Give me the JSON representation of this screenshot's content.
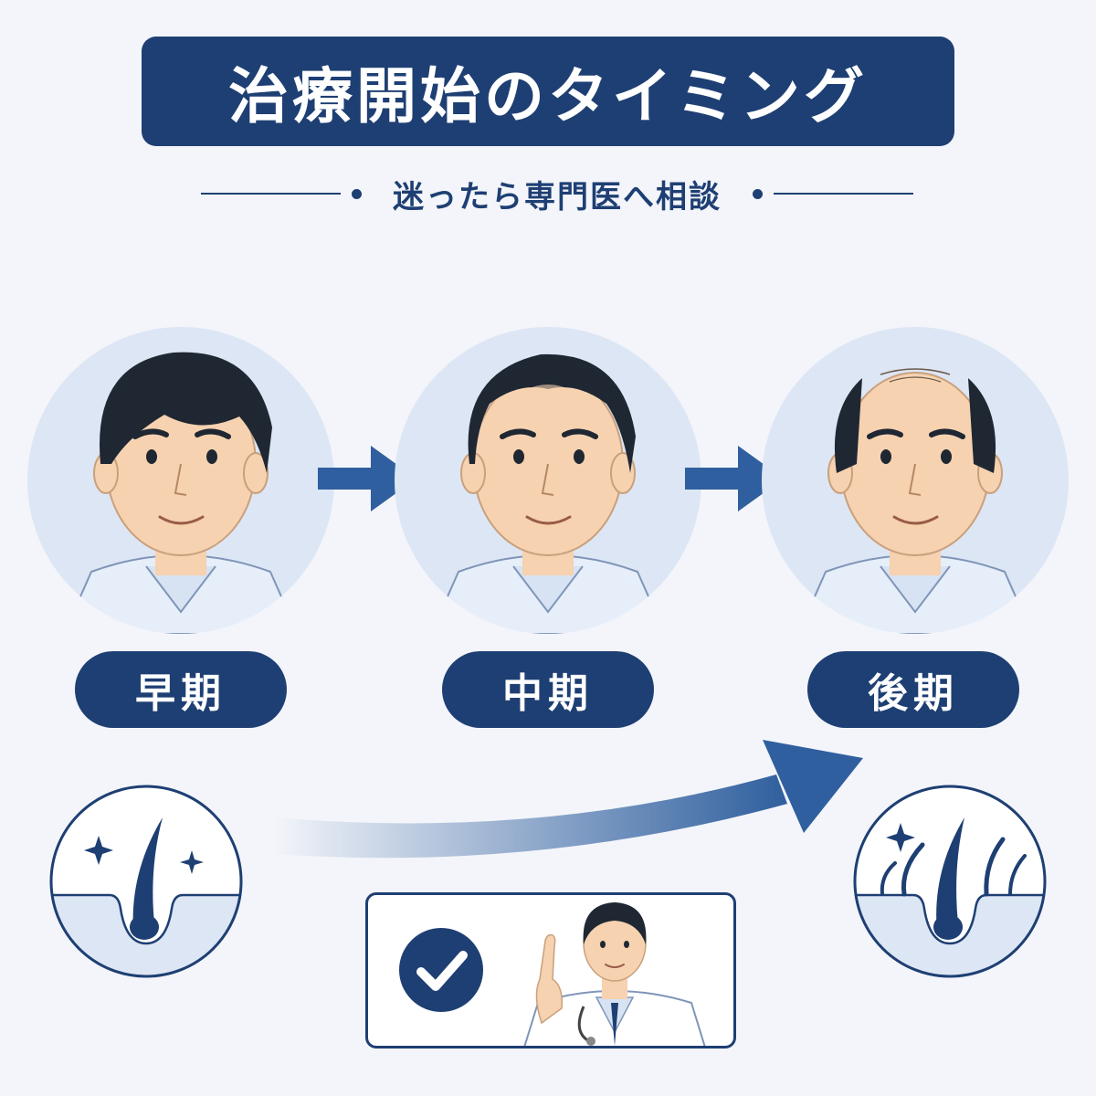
{
  "header": {
    "title": "治療開始のタイミング",
    "subtitle": "迷ったら専門医へ相談"
  },
  "stages": [
    {
      "label": "早期",
      "hair_level": 1.0
    },
    {
      "label": "中期",
      "hair_level": 0.6
    },
    {
      "label": "後期",
      "hair_level": 0.25
    }
  ],
  "icons": {
    "flow_arrow": "arrow-right-icon",
    "follicle_left": "single-hair-follicle-icon",
    "follicle_right": "multiple-hair-follicle-icon",
    "check": "checkmark-icon",
    "doctor": "doctor-icon"
  },
  "colors": {
    "primary": "#1e3f73",
    "circle_bg": "#dde6f4",
    "page_bg": "#f3f5fa",
    "arrow": "#2f5f9e"
  }
}
